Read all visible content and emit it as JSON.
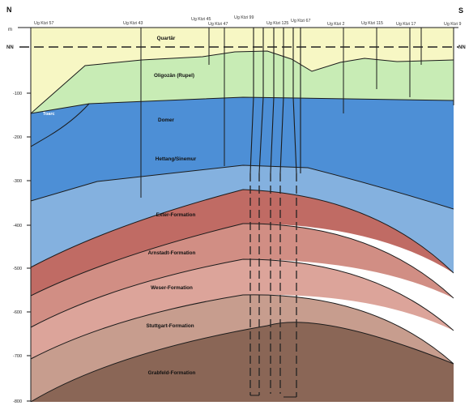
{
  "direction": {
    "left": "N",
    "right": "S"
  },
  "reference_level": {
    "meters": "m",
    "nn_left": "NN",
    "nn_right": "NN"
  },
  "depth_ticks": [
    "-100",
    "-200",
    "-300",
    "-400",
    "-500",
    "-600",
    "-700",
    "-800"
  ],
  "boreholes": [
    "Ug Ktzi 57",
    "Ug Ktzi 43",
    "Ug Ktzi 45",
    "Ug Ktzi 47",
    "Ug Ktzi 99",
    "Ug Ktzi 125",
    "Ug Ktzi 67",
    "Ug Ktzi 2",
    "Ug Ktzi 115",
    "Ug Ktzi 17",
    "Ug Ktzi 9"
  ],
  "units": {
    "quartaer": "Quartär",
    "oligozaen": "Oligozän (Rupel)",
    "toarc": "Toarc",
    "domer": "Domer",
    "hettang": "Hettang/Sinemur",
    "exter": "Exter-Formation",
    "arnstadt": "Arnstadt-Formation",
    "weser": "Weser-Formation",
    "stuttgart": "Stuttgart-Formation",
    "grabfeld": "Grabfeld-Formation"
  },
  "colors": {
    "quartaer": "#f7f7c4",
    "oligozaen": "#c8ecb5",
    "domer": "#4d8fd6",
    "hettang": "#84b1df",
    "exter": "#c06b64",
    "arnstadt": "#d18e84",
    "weser": "#dca49a",
    "stuttgart": "#c79d8e",
    "grabfeld": "#8a6656",
    "dashed": "#222222"
  }
}
